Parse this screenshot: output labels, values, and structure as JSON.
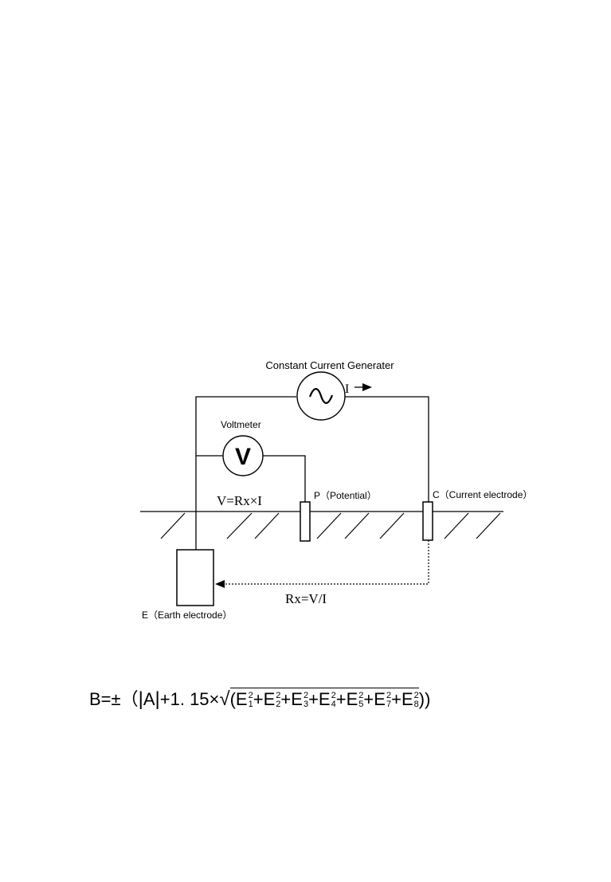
{
  "diagram": {
    "generator_label": "Constant Current Generater",
    "current_label": "I",
    "voltmeter_label": "Voltmeter",
    "voltmeter_symbol": "V",
    "voltage_equation": "V=Rx×I",
    "potential_label": "P（Potential）",
    "current_electrode_label": "C（Current electrode）",
    "earth_electrode_label": "E（Earth electrode）",
    "resistance_equation": "Rx=V/I"
  },
  "formula": {
    "lhs": "B=±（",
    "abs_term": "A",
    "coef": "+1. 15×",
    "terms": [
      {
        "base": "E",
        "sub": "1",
        "sup": "2"
      },
      {
        "base": "E",
        "sub": "2",
        "sup": "2"
      },
      {
        "base": "E",
        "sub": "3",
        "sup": "2"
      },
      {
        "base": "E",
        "sub": "4",
        "sup": "2"
      },
      {
        "base": "E",
        "sub": "5",
        "sup": "2"
      },
      {
        "base": "E",
        "sub": "7",
        "sup": "2"
      },
      {
        "base": "E",
        "sub": "8",
        "sup": "2"
      }
    ],
    "open_paren": "(",
    "close_parens": "))"
  }
}
